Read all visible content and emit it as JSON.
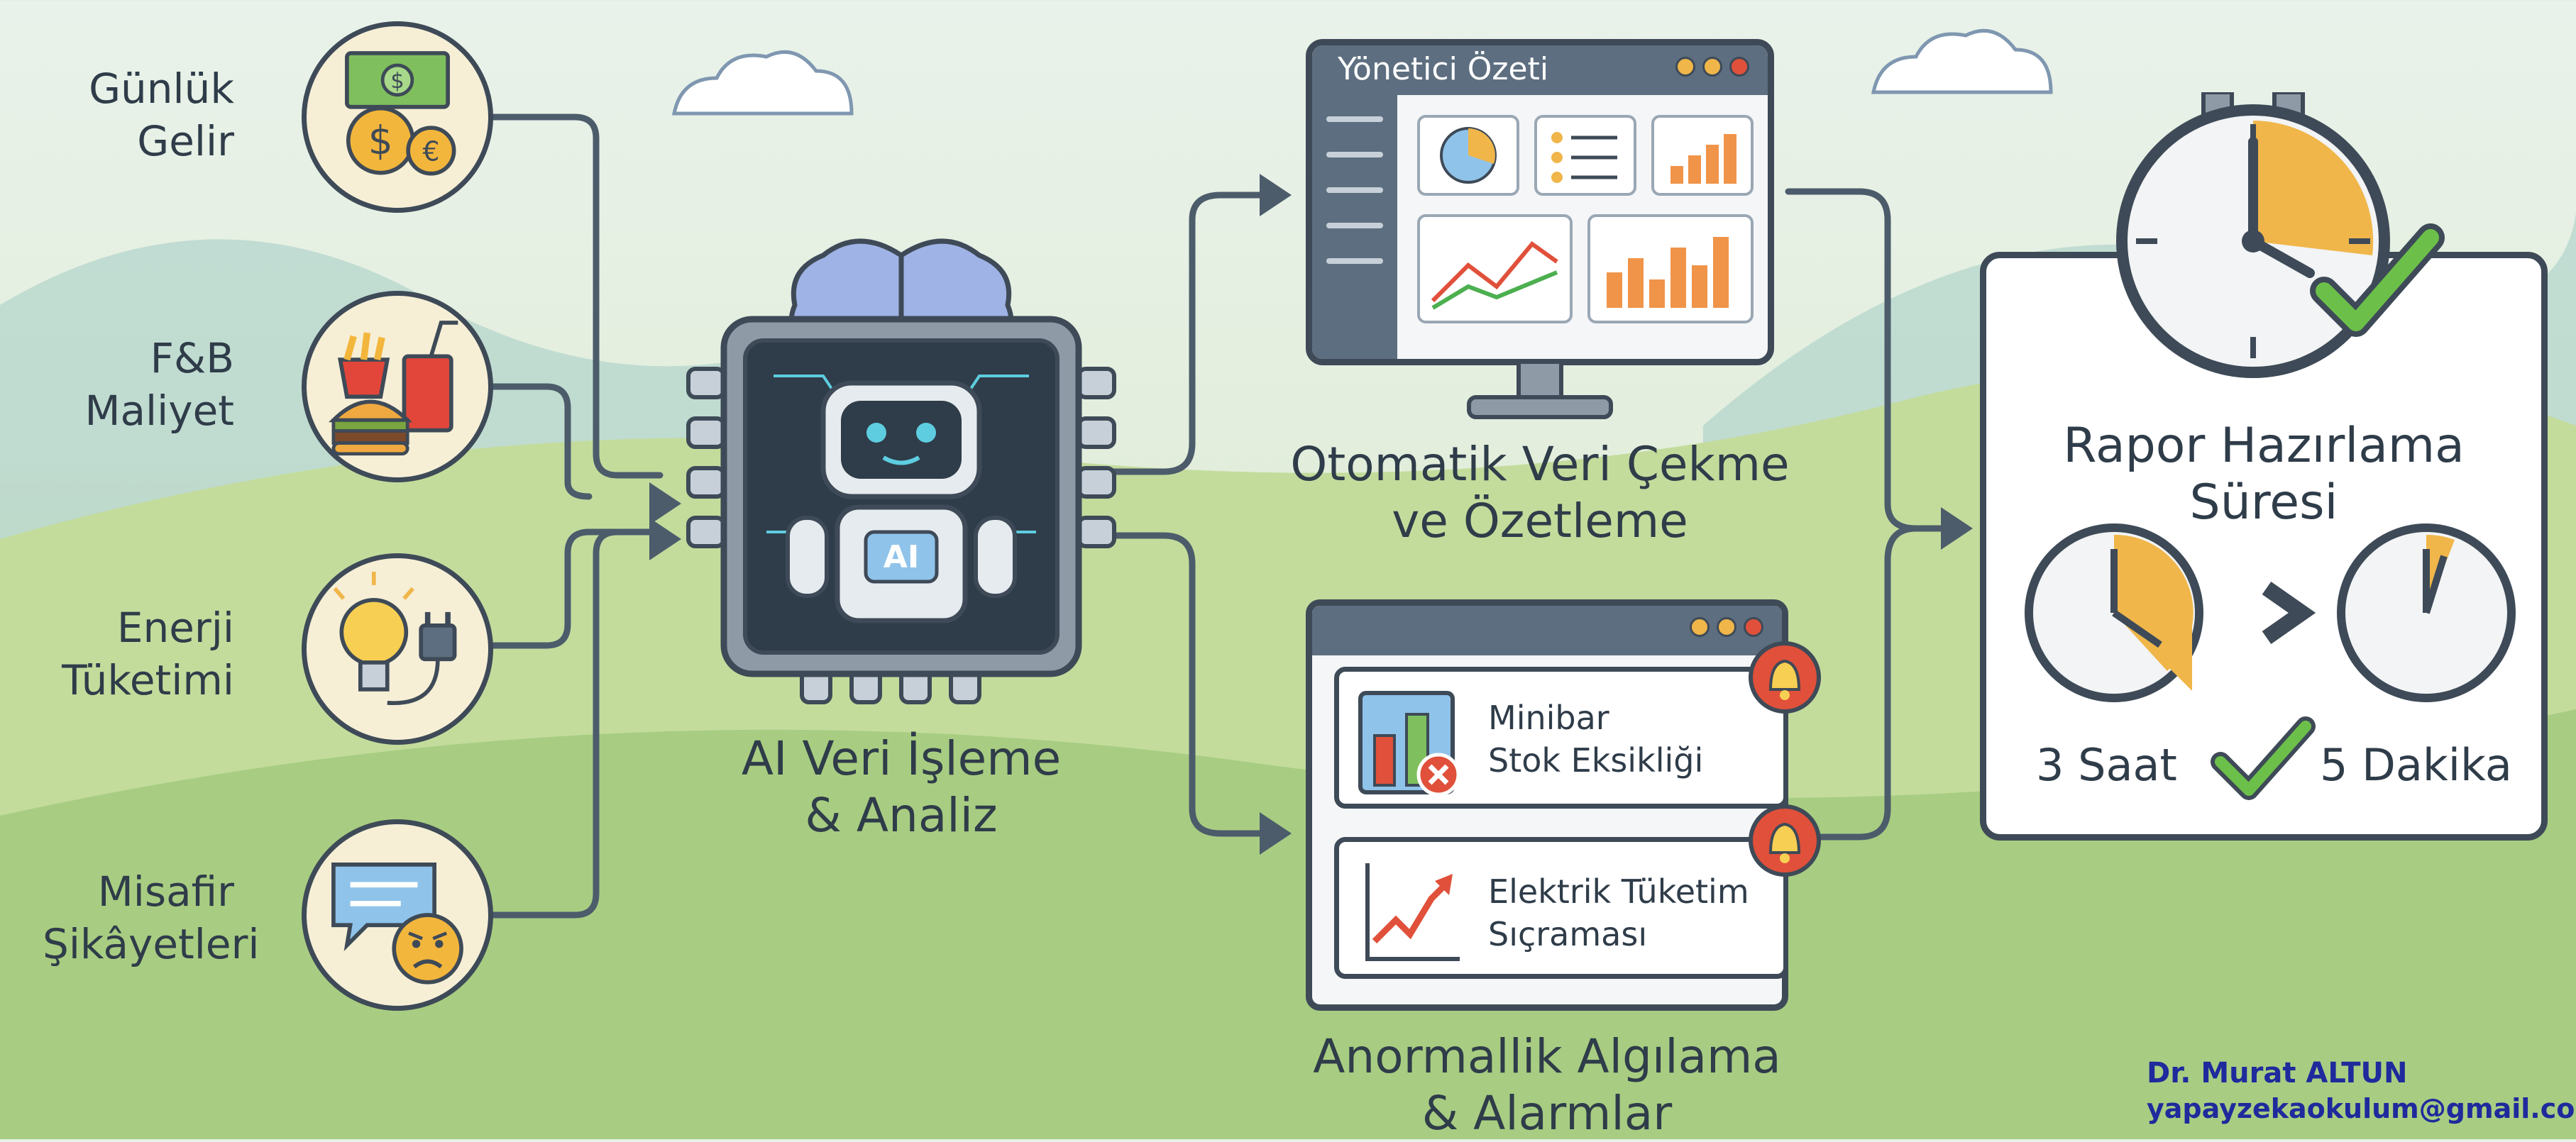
{
  "inputs": [
    {
      "label": "Günlük\nGelir",
      "icon": "money-icon"
    },
    {
      "label": "F&B\nMaliyet",
      "icon": "food-drink-icon"
    },
    {
      "label": "Enerji\nTüketimi",
      "icon": "bulb-plug-icon"
    },
    {
      "label": "Misafir\nŞikâyetleri",
      "icon": "chat-angry-icon"
    }
  ],
  "processor": {
    "chip_label": "AI",
    "caption": "AI Veri İşleme\n& Analiz"
  },
  "dashboard": {
    "window_title": "Yönetici Özeti",
    "caption": "Otomatik Veri Çekme\nve Özetleme"
  },
  "alerts": {
    "caption": "Anormallik Algılama\n& Alarmlar",
    "items": [
      {
        "text": "Minibar\nStok Eksikliği",
        "icon": "minibar-stock-icon"
      },
      {
        "text": "Elektrik Tüketim\nSıçraması",
        "icon": "rising-chart-icon"
      }
    ]
  },
  "report": {
    "title": "Rapor Hazırlama\nSüresi",
    "before": "3 Saat",
    "after": "5 Dakika"
  },
  "credit": {
    "name": "Dr. Murat ALTUN",
    "email": "yapayzekaokulum@gmail.com"
  },
  "colors": {
    "outline": "#3e4a57",
    "accent_orange": "#f0b64a",
    "accent_green": "#4caf50",
    "alert_red": "#e0503a",
    "credit_blue": "#1f2a9c"
  }
}
